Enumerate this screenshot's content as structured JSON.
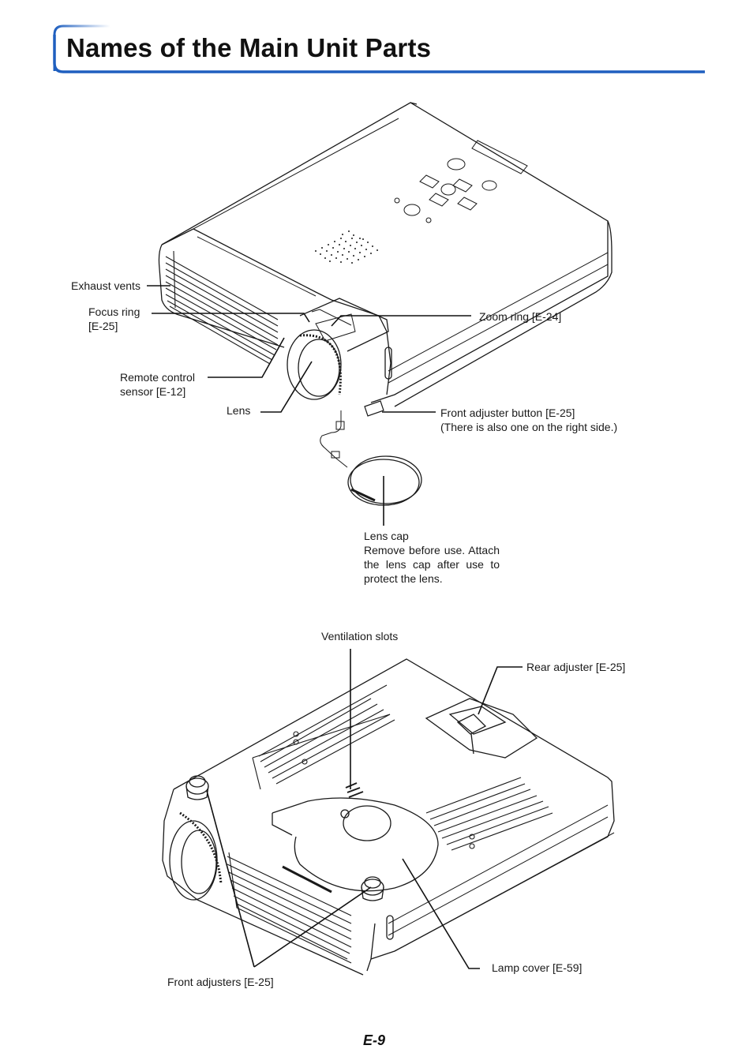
{
  "page": {
    "title": "Names of the Main Unit Parts",
    "page_number": "E-9",
    "accent_color": "#1f5fbf"
  },
  "top_figure": {
    "labels": {
      "exhaust_vents": "Exhaust vents",
      "focus_ring": [
        "Focus ring",
        "[E-25]"
      ],
      "remote_sensor": [
        "Remote control",
        "sensor [E-12]"
      ],
      "lens": "Lens",
      "zoom_ring": "Zoom ring [E-24]",
      "front_adjuster_button": [
        "Front adjuster button [E-25]",
        "(There is also one on the right side.)"
      ],
      "lens_cap": [
        "Lens cap",
        "Remove before use. Attach",
        "the lens cap after use to",
        "protect the lens."
      ]
    }
  },
  "bottom_figure": {
    "labels": {
      "ventilation_slots": "Ventilation slots",
      "rear_adjuster": "Rear adjuster [E-25]",
      "front_adjusters": "Front adjusters [E-25]",
      "lamp_cover": "Lamp cover [E-59]"
    }
  }
}
